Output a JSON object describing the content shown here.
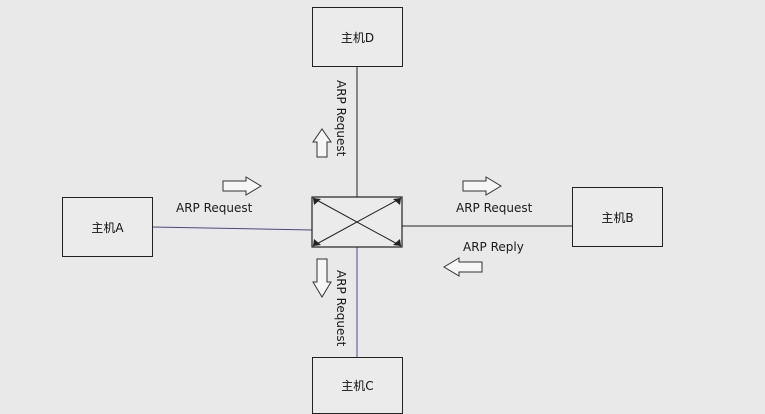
{
  "hosts": {
    "a": "主机A",
    "b": "主机B",
    "c": "主机C",
    "d": "主机D"
  },
  "messages": {
    "request_to_a": "ARP Request",
    "request_to_b": "ARP Request",
    "reply_from_b": "ARP Reply",
    "request_to_c": "ARP Request",
    "request_to_d": "ARP Request"
  },
  "colors": {
    "link_a": "#4a4a7a",
    "link_c": "#4a4a7a",
    "line": "#222222"
  }
}
